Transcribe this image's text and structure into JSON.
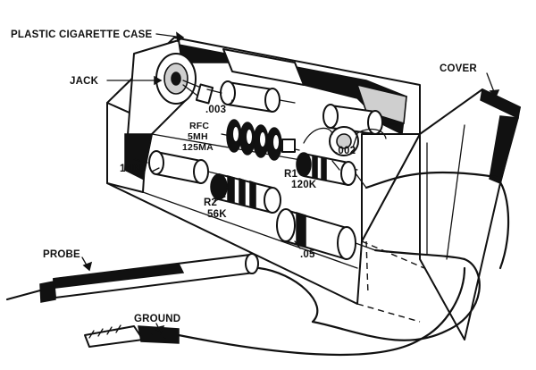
{
  "labels": {
    "case": "PLASTIC CIGARETTE CASE",
    "cover": "COVER",
    "jack": "JACK",
    "probe": "PROBE",
    "ground": "GROUND",
    "c1": ".003",
    "rfc_line1": "RFC",
    "rfc_line2": "5MH",
    "rfc_line3": "125MA",
    "c2": ".002",
    "diode": "1N68",
    "r1_line1": "R1",
    "r1_line2": "120K",
    "r2_line1": "R2",
    "r2_line2": "56K",
    "c3": ".05"
  },
  "colors": {
    "ink": "#111111",
    "paper": "#ffffff"
  }
}
